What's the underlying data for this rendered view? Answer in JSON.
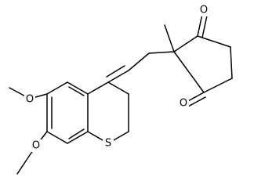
{
  "molecule": {
    "atoms": {
      "o_ketone_top": "O",
      "o_ketone_bottom": "O",
      "o_methoxy_upper": "O",
      "o_methoxy_lower": "O",
      "s_ring": "S"
    },
    "colors": {
      "bond": "#000000",
      "label": "#000000",
      "background": "#ffffff"
    }
  }
}
